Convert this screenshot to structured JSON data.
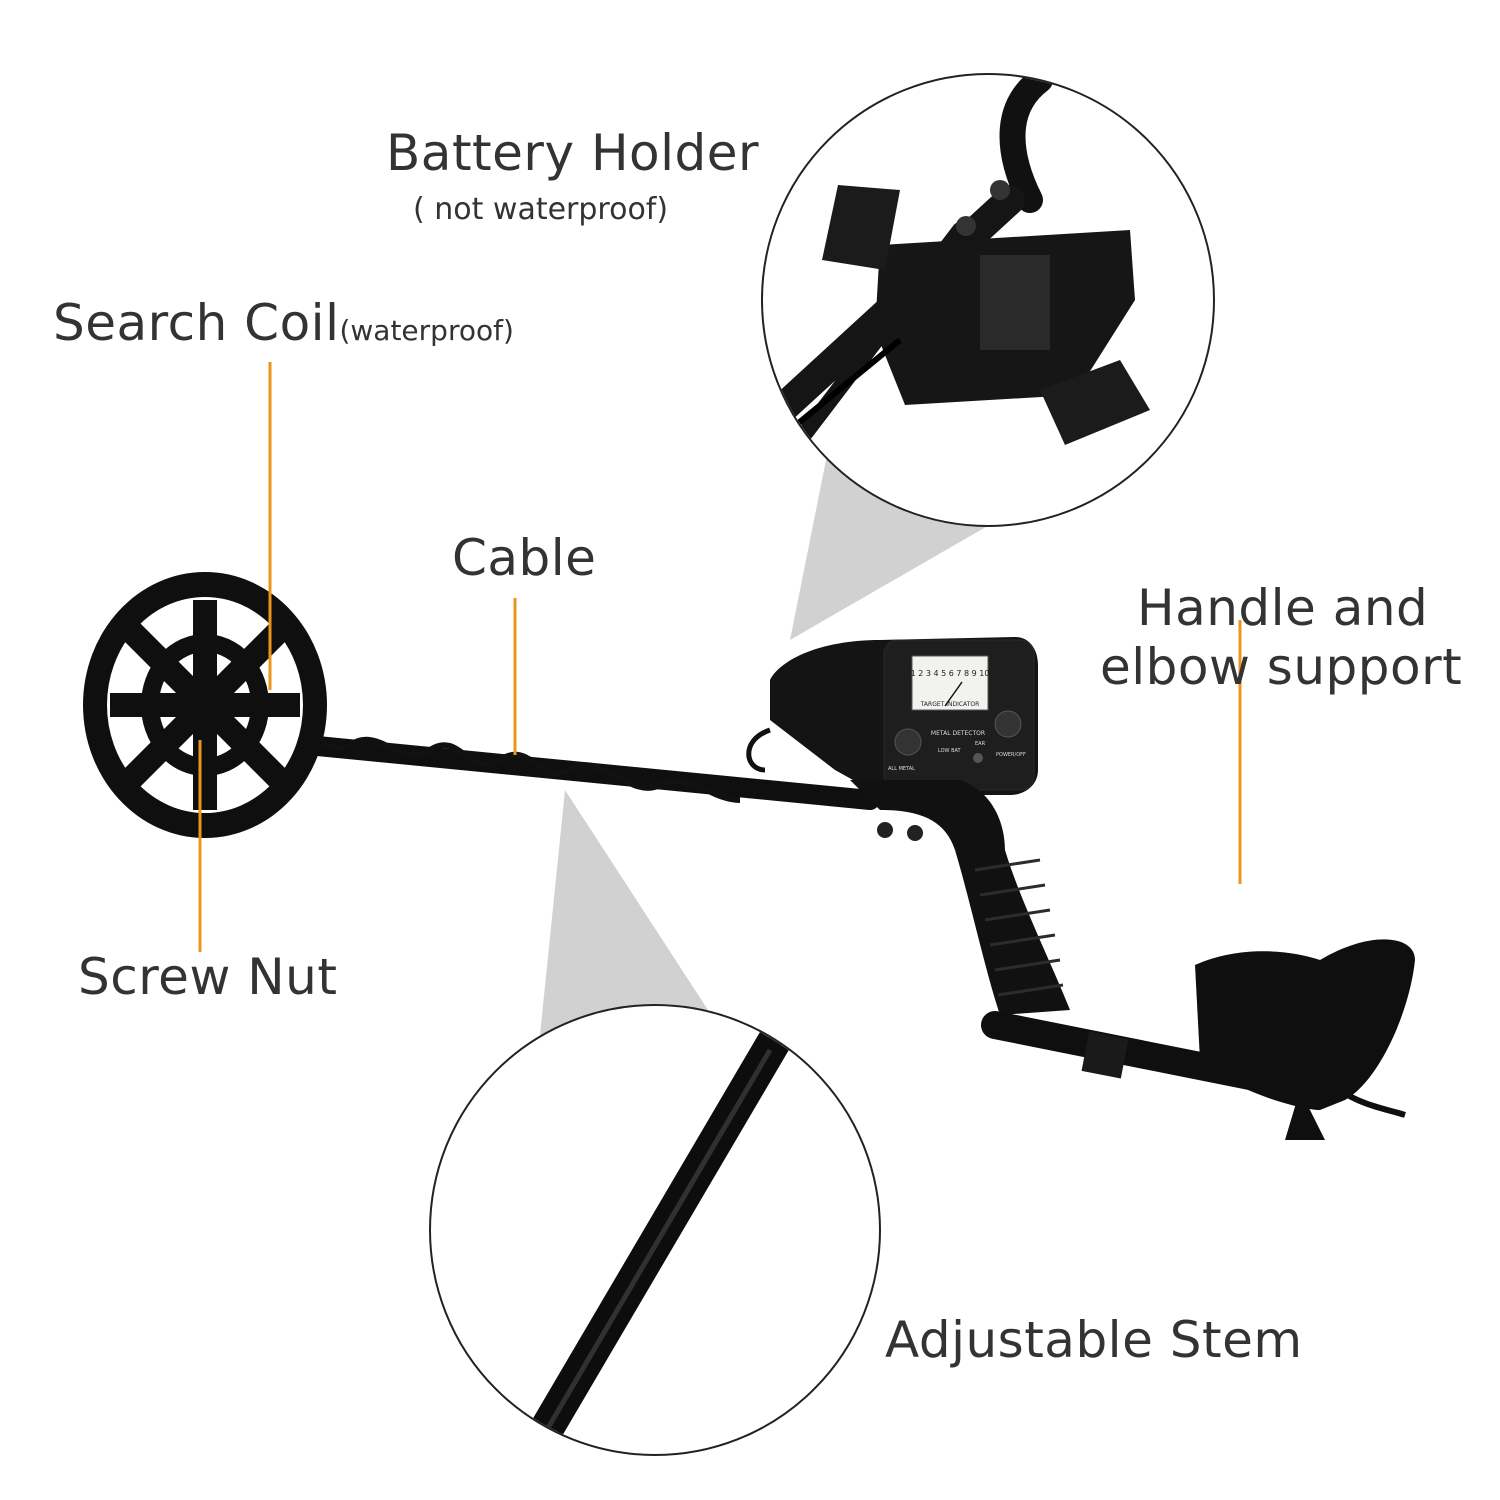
{
  "labels": {
    "battery_holder": "Battery Holder",
    "battery_holder_note": "( not waterproof)",
    "search_coil": "Search Coil",
    "search_coil_note": "(waterproof)",
    "cable": "Cable",
    "handle_line1": "Handle and",
    "handle_line2": "elbow support",
    "screw_nut": "Screw Nut",
    "adjustable_stem": "Adjustable Stem"
  },
  "panel": {
    "meter_title": "TARGET INDICATOR",
    "meter_scale": "1 2 3 4 5 6 7 8 9 10",
    "device_name": "METAL DETECTOR",
    "low_bat": "LOW BAT",
    "ear": "EAR",
    "all_metal": "ALL METAL",
    "power_off": "POWER/OFF"
  },
  "colors": {
    "leader_line": "#e8961e",
    "text": "#333333",
    "device": "#111111",
    "callout_shade": "#c9c9c9"
  }
}
